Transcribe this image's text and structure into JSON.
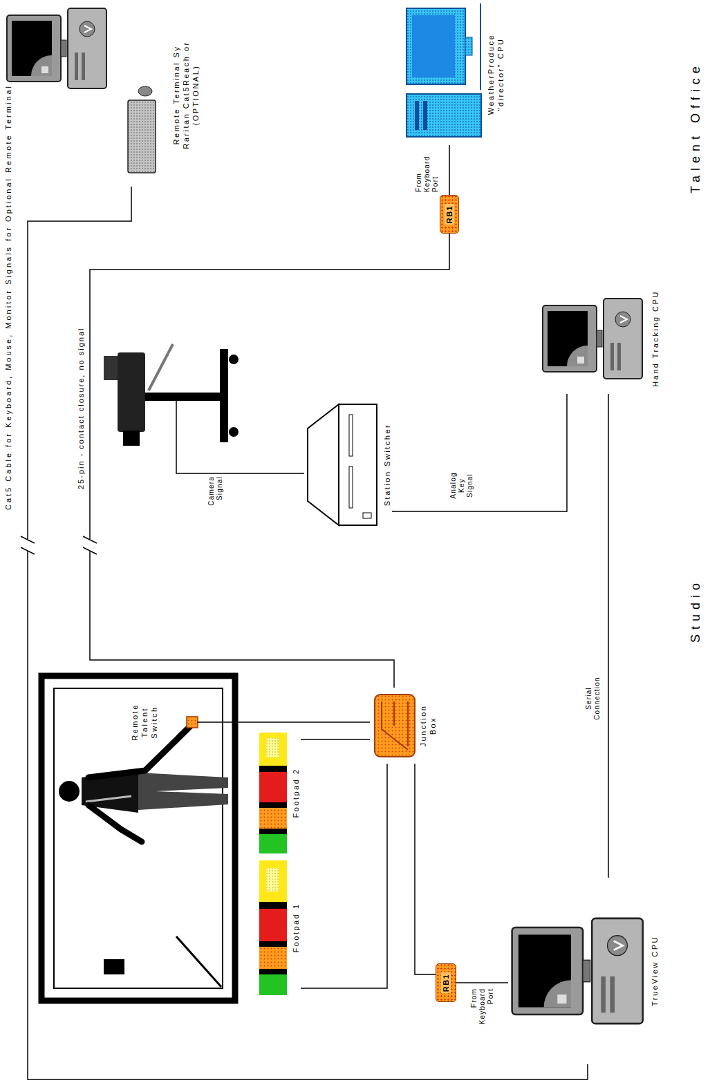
{
  "diagram": {
    "nodes": [
      {
        "text": [
          "Remote Talent Switch"
        ]
      },
      {
        "text": [
          "Footpad 1"
        ]
      },
      {
        "text": [
          "Footpad 2"
        ]
      },
      {
        "text": [
          "Junction Box"
        ]
      },
      {
        "text": [
          "RB1"
        ]
      },
      {
        "text": [
          "TrueView CPU"
        ]
      },
      {
        "text": [
          "Hand Tracking CPU"
        ]
      },
      {
        "text": [
          "Station Switcher"
        ]
      },
      {
        "text": [
          "Remote Terminal Sy Raritan Cat5Reach or (OPTIONAL)"
        ]
      },
      {
        "text": [
          "RB1"
        ]
      },
      {
        "text": [
          "WeatherProduce \"director\" CPU"
        ]
      }
    ],
    "edges": [
      {
        "from": 0,
        "to": 3,
        "arrow": "none"
      },
      {
        "from": 1,
        "to": 3,
        "arrow": "none"
      },
      {
        "from": 2,
        "to": 3,
        "arrow": "none"
      },
      {
        "from": 3,
        "to": 4,
        "arrow": "none"
      },
      {
        "from": 4,
        "to": 5,
        "arrow": "none"
      },
      {
        "from": 5,
        "to": 6,
        "label": "Serial Connection",
        "arrow": "none"
      },
      {
        "from": 7,
        "to": 6,
        "label": "Analog Key Signal",
        "arrow": "none"
      },
      {
        "from": 3,
        "to": 9,
        "label": "25-pin - contact closure, no signal",
        "arrow": "none"
      },
      {
        "from": 9,
        "to": 10,
        "arrow": "none"
      },
      {
        "from": 5,
        "to": 8,
        "label": "Cat5 Cable for Keyboard, Mouse, Monitor Signals for Optional Remote Terminal",
        "arrow": "none"
      }
    ],
    "labels": [
      "Camera Signal",
      "From Keyboard Port",
      "From Keyboard Port",
      "Studio",
      "Talent Office"
    ]
  }
}
